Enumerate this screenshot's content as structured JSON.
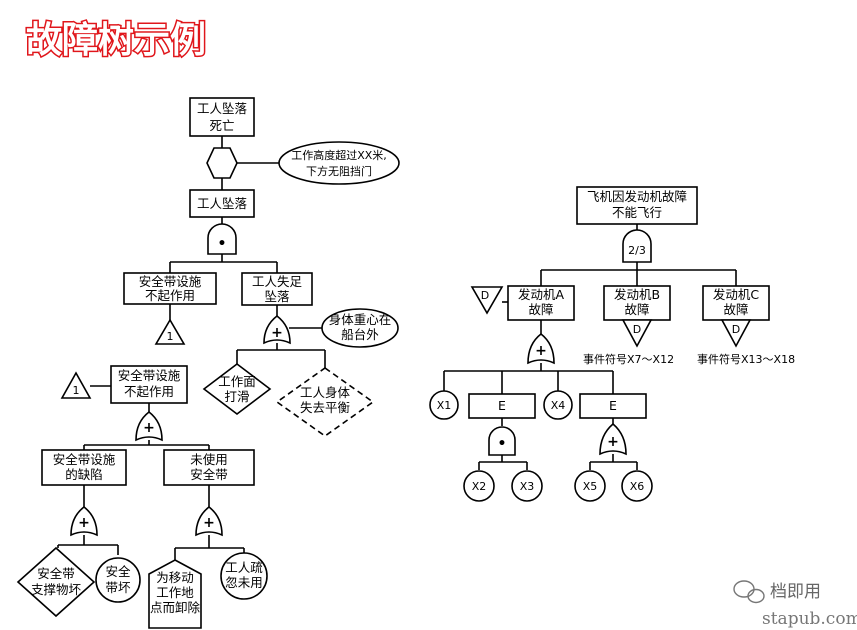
{
  "title": "故障树示例",
  "left_tree": {
    "top_event": [
      "工人坠落",
      "死亡"
    ],
    "condition": [
      "工作高度超过XX米,",
      "下方无阻挡门"
    ],
    "fall_event": "工人坠落",
    "and_gate_symbol": "•",
    "belt_fail": [
      "安全带设施",
      "不起作用"
    ],
    "transfer_1": "1",
    "misstep": [
      "工人失足",
      "坠落"
    ],
    "or_gate_symbol": "+",
    "cog_condition": [
      "身体重心在",
      "船台外"
    ],
    "slip": [
      "工作面",
      "打滑"
    ],
    "balance_loss": [
      "工人身体",
      "失去平衡"
    ],
    "belt_fail_repeat": [
      "安全带设施",
      "不起作用"
    ],
    "transfer_in_1": "1",
    "defect": [
      "安全带设施",
      "的缺陷"
    ],
    "not_used": [
      "未使用",
      "安全带"
    ],
    "support_broken": [
      "安全带",
      "支撑物坏"
    ],
    "belt_broken": [
      "安全",
      "带坏"
    ],
    "removed_for_move": [
      "为移动",
      "工作地",
      "点而卸除"
    ],
    "worker_neglect": [
      "工人疏",
      "忽未用"
    ]
  },
  "right_tree": {
    "top_event": [
      "飞机因发动机故障",
      "不能飞行"
    ],
    "vote_gate": "2/3",
    "engine_a": [
      "发动机A",
      "故障"
    ],
    "engine_b": [
      "发动机B",
      "故障"
    ],
    "engine_c": [
      "发动机C",
      "故障"
    ],
    "d_label": "D",
    "note_b": "事件符号X7～X12",
    "note_c": "事件符号X13～X18",
    "x1": "X1",
    "e1": "E",
    "x4": "X4",
    "e2": "E",
    "x2": "X2",
    "x3": "X3",
    "x5": "X5",
    "x6": "X6"
  },
  "watermark": {
    "account": "档即用",
    "site": "stapub.com"
  }
}
